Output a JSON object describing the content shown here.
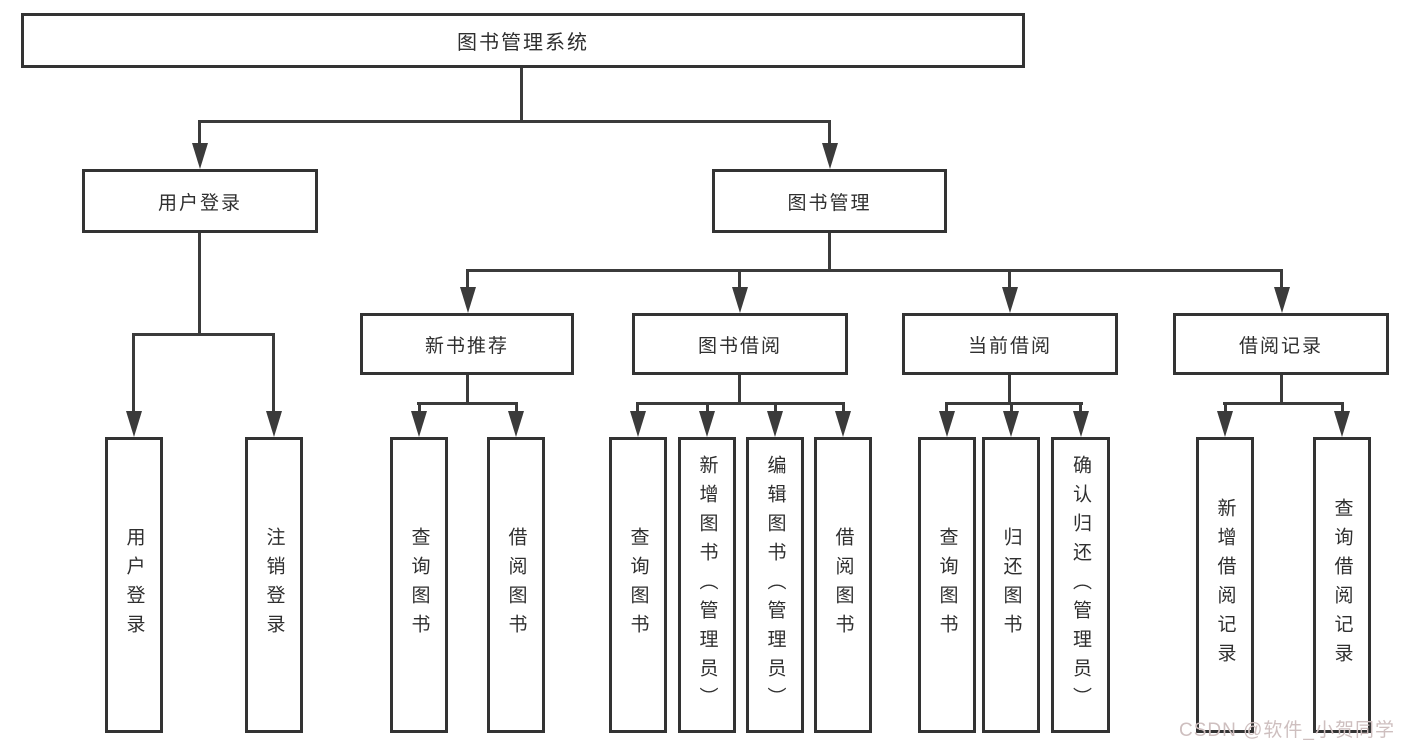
{
  "tree": {
    "root": {
      "label": "图书管理系统",
      "children": [
        {
          "label": "用户登录",
          "children": [
            {
              "label": "用户登录"
            },
            {
              "label": "注销登录"
            }
          ]
        },
        {
          "label": "图书管理",
          "children": [
            {
              "label": "新书推荐",
              "children": [
                {
                  "label": "查询图书"
                },
                {
                  "label": "借阅图书"
                }
              ]
            },
            {
              "label": "图书借阅",
              "children": [
                {
                  "label": "查询图书"
                },
                {
                  "label": "新增图书（管理员）"
                },
                {
                  "label": "编辑图书（管理员）"
                },
                {
                  "label": "借阅图书"
                }
              ]
            },
            {
              "label": "当前借阅",
              "children": [
                {
                  "label": "查询图书"
                },
                {
                  "label": "归还图书"
                },
                {
                  "label": "确认归还（管理员）"
                }
              ]
            },
            {
              "label": "借阅记录",
              "children": [
                {
                  "label": "新增借阅记录"
                },
                {
                  "label": "查询借阅记录"
                }
              ]
            }
          ]
        }
      ]
    }
  },
  "watermark": "CSDN @软件_小贺同学",
  "colors": {
    "line": "#3b3b3b",
    "box_border": "#333333",
    "text": "#2f2f2f",
    "watermark": "#cebfbf",
    "background": "#ffffff"
  }
}
